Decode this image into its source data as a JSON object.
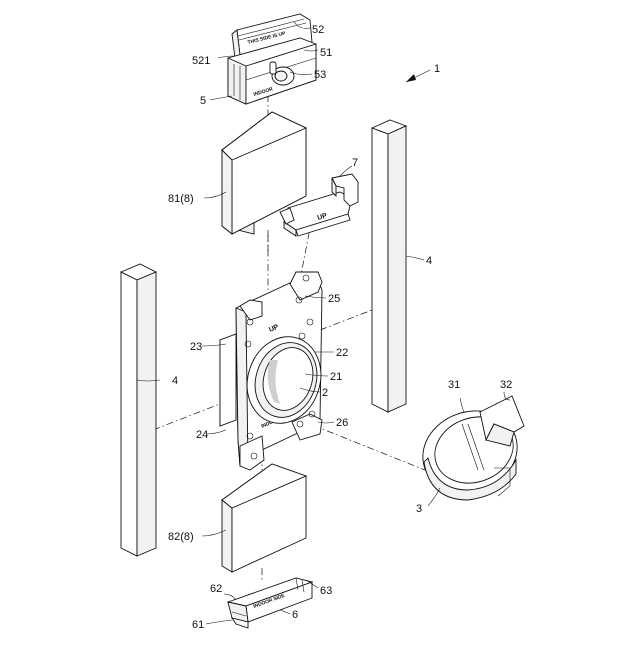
{
  "labels": {
    "l1": "1",
    "l52": "52",
    "l521": "521",
    "l51": "51",
    "l53": "53",
    "l5": "5",
    "l7": "7",
    "l81": "81(8)",
    "l4a": "4",
    "l4b": "4",
    "l25": "25",
    "l23": "23",
    "l22": "22",
    "l21": "21",
    "l2": "2",
    "l24": "24",
    "l26": "26",
    "l31": "31",
    "l32": "32",
    "l3": "3",
    "l82": "82(8)",
    "l62": "62",
    "l63": "63",
    "l6": "6",
    "l61": "61"
  },
  "markings": {
    "this_side_up": "THIS SIDE IS UP",
    "indoor_5": "INDOOR",
    "up_7": "UP",
    "up_frame": "UP",
    "indoor_frame": "INDOOR SIDE",
    "indoor_6": "INDOOR SIDE"
  }
}
